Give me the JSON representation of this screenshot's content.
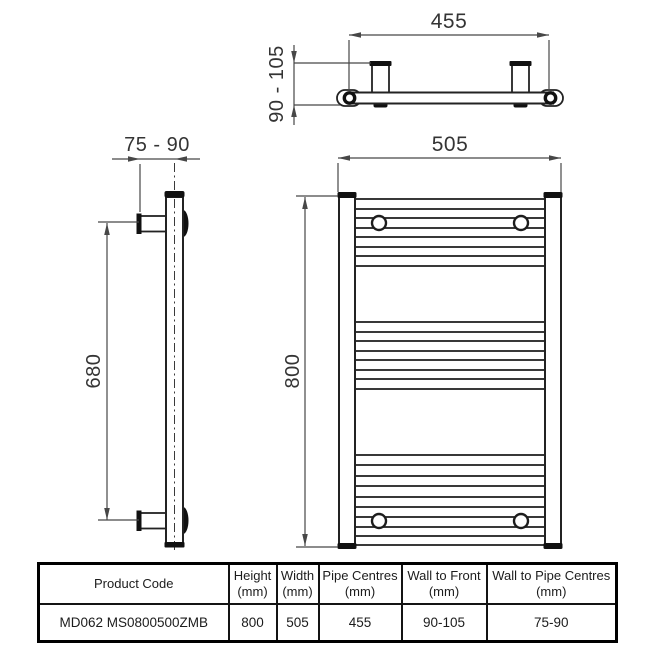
{
  "diagram": {
    "line_color": "#232323",
    "dim_color": "#474747",
    "top_view": {
      "dim_pipe_centres": "455",
      "dim_wall_to_front": "90 - 105"
    },
    "side_view": {
      "dim_wall_to_pipe_centres": "75 - 90",
      "dim_bracket_centres": "680"
    },
    "front_view": {
      "dim_width": "505",
      "dim_height": "800"
    }
  },
  "table": {
    "headers": [
      {
        "title": "Product Code",
        "unit": ""
      },
      {
        "title": "Height",
        "unit": "(mm)"
      },
      {
        "title": "Width",
        "unit": "(mm)"
      },
      {
        "title": "Pipe Centres",
        "unit": "(mm)"
      },
      {
        "title": "Wall to Front",
        "unit": "(mm)"
      },
      {
        "title": "Wall to Pipe Centres",
        "unit": "(mm)"
      }
    ],
    "row": {
      "product_code": "MD062 MS0800500ZMB",
      "height": "800",
      "width": "505",
      "pipe_centres": "455",
      "wall_to_front": "90-105",
      "wall_to_pipe_centres": "75-90"
    }
  }
}
